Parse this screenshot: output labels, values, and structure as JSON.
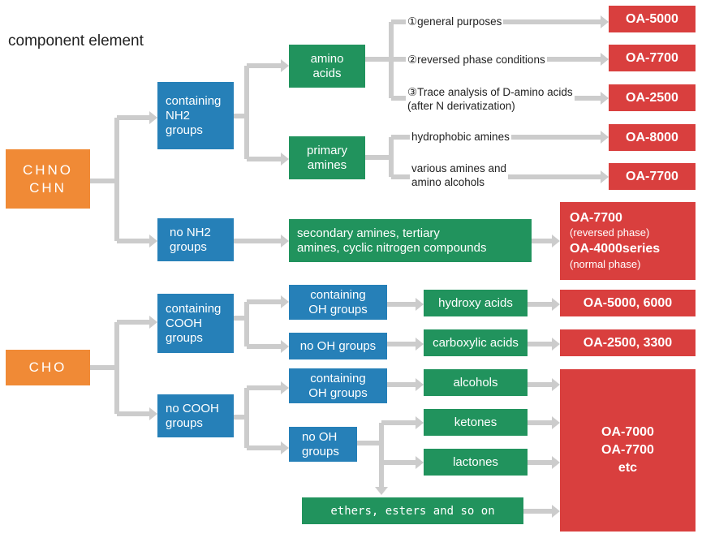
{
  "title": "component element",
  "colors": {
    "root": "#f08a36",
    "group": "#2680b8",
    "category": "#21935d",
    "product": "#d93f3e",
    "connector": "#cccccc"
  },
  "roots": {
    "chno": "CHNO\nCHN",
    "cho": "CHO"
  },
  "groups": {
    "nh2": "containing\nNH2\ngroups",
    "no_nh2": "no NH2\ngroups",
    "cooh": "containing\nCOOH\ngroups",
    "no_cooh": "no COOH\ngroups",
    "oh_acid": "containing\nOH groups",
    "no_oh_acid": "no OH groups",
    "oh": "containing\nOH groups",
    "no_oh": "no OH\ngroups"
  },
  "categories": {
    "amino_acids": "amino\nacids",
    "primary_amines": "primary\namines",
    "secondary": "secondary amines, tertiary\namines, cyclic nitrogen compounds",
    "hydroxy_acids": "hydroxy acids",
    "carboxylic_acids": "carboxylic acids",
    "alcohols": "alcohols",
    "ketones": "ketones",
    "lactones": "lactones",
    "ethers": "ethers, esters and so on"
  },
  "labels": {
    "general": "①general purposes",
    "reversed": "②reversed phase conditions",
    "trace": "③Trace analysis of D-amino acids\n  (after N derivatization)",
    "hydrophobic": "hydrophobic amines",
    "various": "various amines and\namino alcohols"
  },
  "products": {
    "p1": "OA-5000",
    "p2": "OA-7700",
    "p3": "OA-2500",
    "p4": "OA-8000",
    "p5": "OA-7700",
    "p6_a": "OA-7700",
    "p6_a_note": "(reversed phase)",
    "p6_b": "OA-4000series",
    "p6_b_note": "(normal phase)",
    "p7": "OA-5000, 6000",
    "p8": "OA-2500, 3300",
    "p9": "OA-7000\nOA-7700\netc"
  }
}
